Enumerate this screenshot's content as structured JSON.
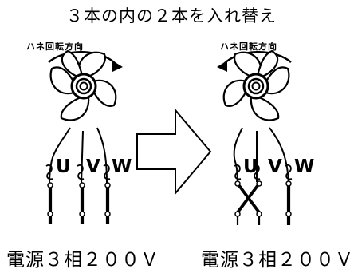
{
  "title": "３本の内の２本を入れ替え",
  "left": {
    "rotation_label": "ハネ回転方向",
    "phases": [
      "U",
      "V",
      "W"
    ],
    "supply_label": "電源３相２００Ｖ"
  },
  "right": {
    "rotation_label": "ハネ回転方向",
    "phases": [
      "U",
      "V",
      "W"
    ],
    "supply_label": "電源３相２００Ｖ"
  }
}
